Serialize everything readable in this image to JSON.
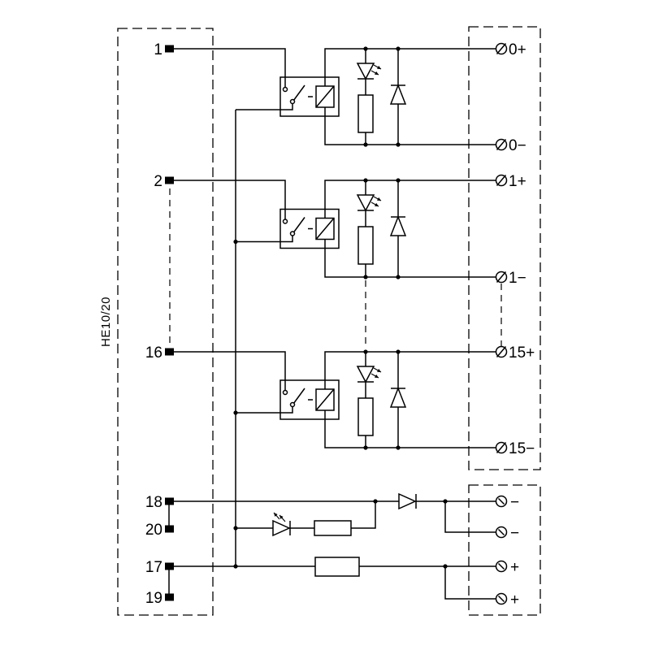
{
  "connector": {
    "label": "HE10/20"
  },
  "pins": [
    "1",
    "2",
    "16",
    "18",
    "20",
    "17",
    "19"
  ],
  "output_terminals": [
    "0+",
    "0−",
    "1+",
    "1−",
    "15+",
    "15−"
  ],
  "supply_terminals": [
    "−",
    "−",
    "+",
    "+"
  ],
  "colors": {
    "line": "#000000",
    "background": "#ffffff"
  }
}
